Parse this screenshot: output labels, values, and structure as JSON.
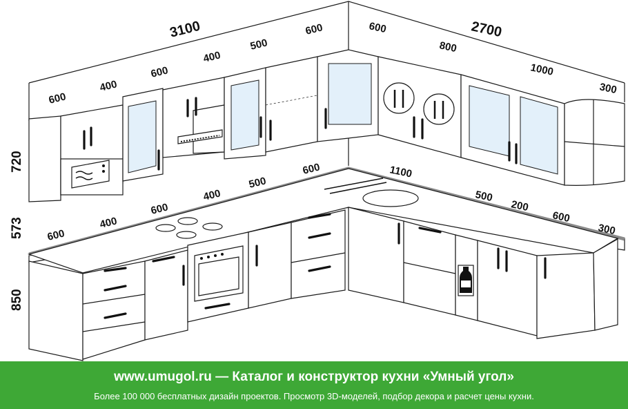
{
  "dimensions": {
    "top_left": {
      "total": "3100",
      "parts": [
        "600",
        "400",
        "600",
        "400",
        "500",
        "600"
      ]
    },
    "top_right": {
      "total": "2700",
      "parts": [
        "600",
        "800",
        "1000",
        "300"
      ]
    },
    "heights": [
      "720",
      "573",
      "850"
    ],
    "bottom_left": [
      "600",
      "400",
      "600",
      "400",
      "500",
      "600"
    ],
    "bottom_right": [
      "1100",
      "500",
      "200",
      "600",
      "300"
    ]
  },
  "footer": {
    "title": "www.umugol.ru — Каталог и конструктор кухни «Умный угол»",
    "subtitle": "Более 100 000 бесплатных дизайн проектов. Просмотр 3D-моделей, подбор декора и расчет цены кухни."
  },
  "colors": {
    "footer_bg": "#3ea836",
    "glass": "#e3f0fa"
  },
  "icons": [
    "microwave-icon",
    "hob-icon",
    "oven-icon",
    "sink-icon",
    "plate-cutlery-icon",
    "bottle-icon",
    "hood-icon"
  ]
}
